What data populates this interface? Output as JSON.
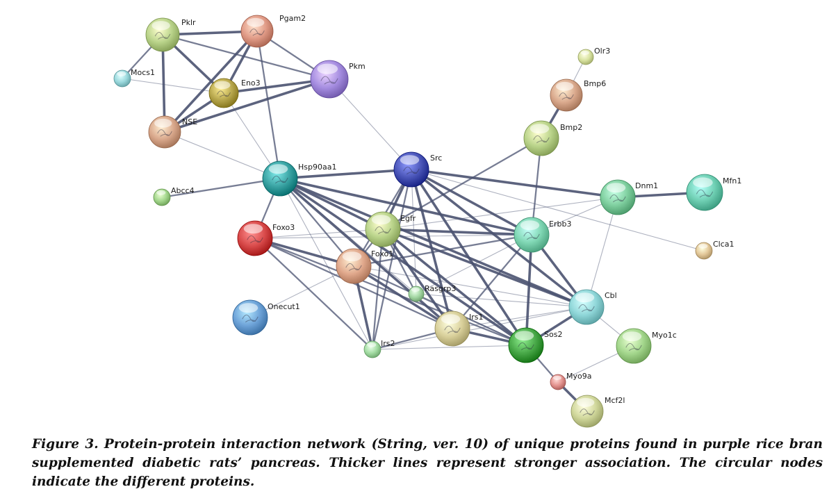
{
  "caption": "Figure 3. Protein-protein interaction network (String, ver. 10) of unique proteins found in purple rice bran supplemented diabetic rats’ pancreas. Thicker lines represent stronger association. The circular nodes indicate the different proteins.",
  "nodes": [
    {
      "id": "Pklr",
      "color": "#b9d38a"
    },
    {
      "id": "Pgam2",
      "color": "#e09a86"
    },
    {
      "id": "Mocs1",
      "color": "#9ad8dc"
    },
    {
      "id": "Eno3",
      "color": "#b8a84e"
    },
    {
      "id": "Pkm",
      "color": "#a58de0"
    },
    {
      "id": "NSE",
      "color": "#d9a88c"
    },
    {
      "id": "Olr3",
      "color": "#d8e2a0"
    },
    {
      "id": "Bmp6",
      "color": "#d9a88c"
    },
    {
      "id": "Bmp2",
      "color": "#b9d38a"
    },
    {
      "id": "Src",
      "color": "#4a55b8"
    },
    {
      "id": "Hsp90aa1",
      "color": "#3aa3a3"
    },
    {
      "id": "Abcc4",
      "color": "#a3d68c"
    },
    {
      "id": "Dnm1",
      "color": "#7fcf9f"
    },
    {
      "id": "Mfn1",
      "color": "#6fcfb3"
    },
    {
      "id": "Foxo3",
      "color": "#d84a4a"
    },
    {
      "id": "Egfr",
      "color": "#b9d38a"
    },
    {
      "id": "Erbb3",
      "color": "#7fd6b3"
    },
    {
      "id": "Clca1",
      "color": "#e3c89a"
    },
    {
      "id": "Foxo1",
      "color": "#e0a88c"
    },
    {
      "id": "Rasgrp3",
      "color": "#a3d6a3"
    },
    {
      "id": "Cbl",
      "color": "#8fd6d8"
    },
    {
      "id": "Onecut1",
      "color": "#6ea3d8"
    },
    {
      "id": "Irs1",
      "color": "#d8cf9a"
    },
    {
      "id": "Sos2",
      "color": "#48a848"
    },
    {
      "id": "Myo1c",
      "color": "#a3d68c"
    },
    {
      "id": "Irs2",
      "color": "#a3dca3"
    },
    {
      "id": "Myo9a",
      "color": "#e3938f"
    },
    {
      "id": "Mcf2l",
      "color": "#cfd69a"
    }
  ],
  "edges": [
    {
      "source": "Pklr",
      "target": "Pgam2",
      "weight": 3
    },
    {
      "source": "Pklr",
      "target": "Mocs1",
      "weight": 2
    },
    {
      "source": "Pklr",
      "target": "Eno3",
      "weight": 3
    },
    {
      "source": "Pklr",
      "target": "NSE",
      "weight": 3
    },
    {
      "source": "Pklr",
      "target": "Pkm",
      "weight": 2
    },
    {
      "source": "Pgam2",
      "target": "Eno3",
      "weight": 3
    },
    {
      "source": "Pgam2",
      "target": "NSE",
      "weight": 3
    },
    {
      "source": "Pgam2",
      "target": "Pkm",
      "weight": 2
    },
    {
      "source": "Pgam2",
      "target": "Hsp90aa1",
      "weight": 2
    },
    {
      "source": "Mocs1",
      "target": "Eno3",
      "weight": 1
    },
    {
      "source": "Eno3",
      "target": "Pkm",
      "weight": 3
    },
    {
      "source": "Eno3",
      "target": "NSE",
      "weight": 3
    },
    {
      "source": "NSE",
      "target": "Pkm",
      "weight": 3
    },
    {
      "source": "NSE",
      "target": "Hsp90aa1",
      "weight": 1
    },
    {
      "source": "Eno3",
      "target": "Hsp90aa1",
      "weight": 1
    },
    {
      "source": "Pkm",
      "target": "Src",
      "weight": 1
    },
    {
      "source": "Olr3",
      "target": "Bmp6",
      "weight": 1
    },
    {
      "source": "Bmp6",
      "target": "Bmp2",
      "weight": 3
    },
    {
      "source": "Bmp2",
      "target": "Egfr",
      "weight": 2
    },
    {
      "source": "Bmp2",
      "target": "Erbb3",
      "weight": 2
    },
    {
      "source": "Abcc4",
      "target": "Hsp90aa1",
      "weight": 2
    },
    {
      "source": "Hsp90aa1",
      "target": "Src",
      "weight": 3
    },
    {
      "source": "Hsp90aa1",
      "target": "Egfr",
      "weight": 3
    },
    {
      "source": "Hsp90aa1",
      "target": "Erbb3",
      "weight": 3
    },
    {
      "source": "Hsp90aa1",
      "target": "Foxo3",
      "weight": 2
    },
    {
      "source": "Hsp90aa1",
      "target": "Foxo1",
      "weight": 2
    },
    {
      "source": "Hsp90aa1",
      "target": "Irs1",
      "weight": 3
    },
    {
      "source": "Hsp90aa1",
      "target": "Sos2",
      "weight": 3
    },
    {
      "source": "Hsp90aa1",
      "target": "Irs2",
      "weight": 1
    },
    {
      "source": "Hsp90aa1",
      "target": "Cbl",
      "weight": 3
    },
    {
      "source": "Hsp90aa1",
      "target": "Rasgrp3",
      "weight": 1
    },
    {
      "source": "Src",
      "target": "Egfr",
      "weight": 3
    },
    {
      "source": "Src",
      "target": "Erbb3",
      "weight": 3
    },
    {
      "source": "Src",
      "target": "Dnm1",
      "weight": 3
    },
    {
      "source": "Src",
      "target": "Cbl",
      "weight": 3
    },
    {
      "source": "Src",
      "target": "Sos2",
      "weight": 3
    },
    {
      "source": "Src",
      "target": "Irs1",
      "weight": 3
    },
    {
      "source": "Src",
      "target": "Foxo1",
      "weight": 2
    },
    {
      "source": "Src",
      "target": "Irs2",
      "weight": 2
    },
    {
      "source": "Src",
      "target": "Clca1",
      "weight": 1
    },
    {
      "source": "Src",
      "target": "Rasgrp3",
      "weight": 1
    },
    {
      "source": "Dnm1",
      "target": "Mfn1",
      "weight": 3
    },
    {
      "source": "Dnm1",
      "target": "Erbb3",
      "weight": 1
    },
    {
      "source": "Dnm1",
      "target": "Cbl",
      "weight": 1
    },
    {
      "source": "Dnm1",
      "target": "Egfr",
      "weight": 1
    },
    {
      "source": "Egfr",
      "target": "Erbb3",
      "weight": 3
    },
    {
      "source": "Egfr",
      "target": "Foxo1",
      "weight": 2
    },
    {
      "source": "Egfr",
      "target": "Cbl",
      "weight": 3
    },
    {
      "source": "Egfr",
      "target": "Sos2",
      "weight": 3
    },
    {
      "source": "Egfr",
      "target": "Irs1",
      "weight": 3
    },
    {
      "source": "Egfr",
      "target": "Irs2",
      "weight": 2
    },
    {
      "source": "Egfr",
      "target": "Foxo3",
      "weight": 1
    },
    {
      "source": "Egfr",
      "target": "Rasgrp3",
      "weight": 2
    },
    {
      "source": "Erbb3",
      "target": "Cbl",
      "weight": 3
    },
    {
      "source": "Erbb3",
      "target": "Sos2",
      "weight": 3
    },
    {
      "source": "Erbb3",
      "target": "Irs1",
      "weight": 2
    },
    {
      "source": "Erbb3",
      "target": "Foxo1",
      "weight": 2
    },
    {
      "source": "Erbb3",
      "target": "Foxo3",
      "weight": 1
    },
    {
      "source": "Erbb3",
      "target": "Rasgrp3",
      "weight": 1
    },
    {
      "source": "Foxo3",
      "target": "Foxo1",
      "weight": 3
    },
    {
      "source": "Foxo3",
      "target": "Irs1",
      "weight": 2
    },
    {
      "source": "Foxo3",
      "target": "Sos2",
      "weight": 2
    },
    {
      "source": "Foxo3",
      "target": "Irs2",
      "weight": 2
    },
    {
      "source": "Foxo1",
      "target": "Irs1",
      "weight": 3
    },
    {
      "source": "Foxo1",
      "target": "Irs2",
      "weight": 3
    },
    {
      "source": "Foxo1",
      "target": "Sos2",
      "weight": 2
    },
    {
      "source": "Foxo1",
      "target": "Onecut1",
      "weight": 1
    },
    {
      "source": "Foxo1",
      "target": "Cbl",
      "weight": 1
    },
    {
      "source": "Irs1",
      "target": "Irs2",
      "weight": 2
    },
    {
      "source": "Irs1",
      "target": "Sos2",
      "weight": 3
    },
    {
      "source": "Irs1",
      "target": "Cbl",
      "weight": 1
    },
    {
      "source": "Irs2",
      "target": "Sos2",
      "weight": 1
    },
    {
      "source": "Irs2",
      "target": "Cbl",
      "weight": 1
    },
    {
      "source": "Sos2",
      "target": "Cbl",
      "weight": 3
    },
    {
      "source": "Sos2",
      "target": "Myo9a",
      "weight": 2
    },
    {
      "source": "Cbl",
      "target": "Myo1c",
      "weight": 1
    },
    {
      "source": "Myo1c",
      "target": "Myo9a",
      "weight": 1
    },
    {
      "source": "Myo9a",
      "target": "Mcf2l",
      "weight": 3
    },
    {
      "source": "Rasgrp3",
      "target": "Sos2",
      "weight": 1
    },
    {
      "source": "Rasgrp3",
      "target": "Cbl",
      "weight": 1
    }
  ]
}
